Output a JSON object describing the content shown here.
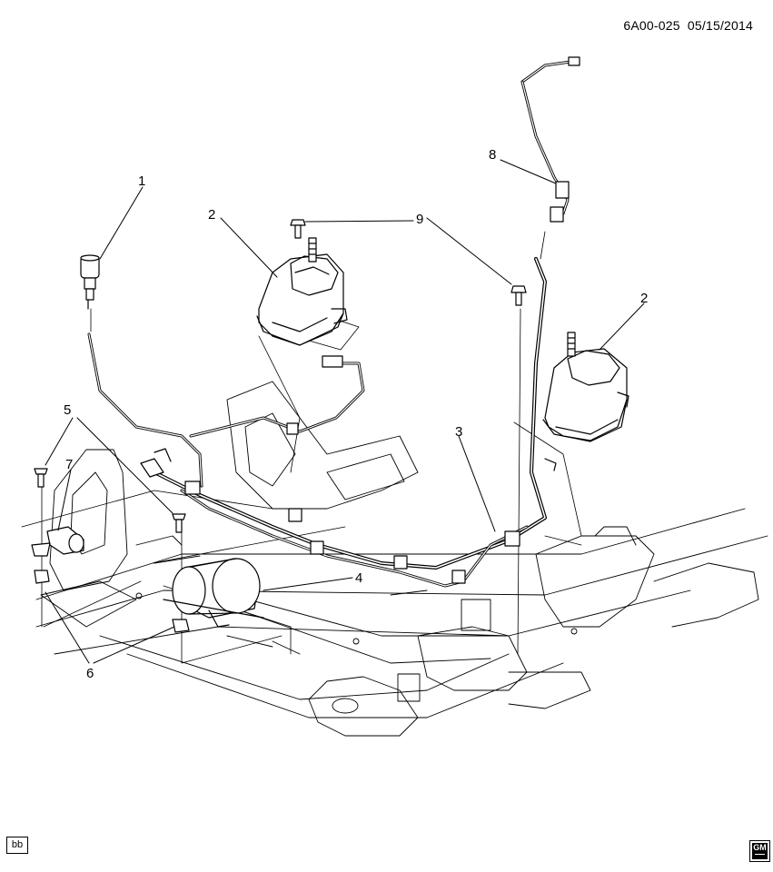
{
  "header": {
    "code": "6A00-025",
    "date": "05/15/2014"
  },
  "callouts": [
    {
      "id": "c1",
      "label": "1"
    },
    {
      "id": "c2a",
      "label": "2"
    },
    {
      "id": "c2b",
      "label": "2"
    },
    {
      "id": "c3",
      "label": "3"
    },
    {
      "id": "c4",
      "label": "4"
    },
    {
      "id": "c5",
      "label": "5"
    },
    {
      "id": "c6",
      "label": "6"
    },
    {
      "id": "c7",
      "label": "7"
    },
    {
      "id": "c8",
      "label": "8"
    },
    {
      "id": "c9",
      "label": "9"
    }
  ],
  "footer": {
    "badge": "bb",
    "logo": "GM"
  }
}
